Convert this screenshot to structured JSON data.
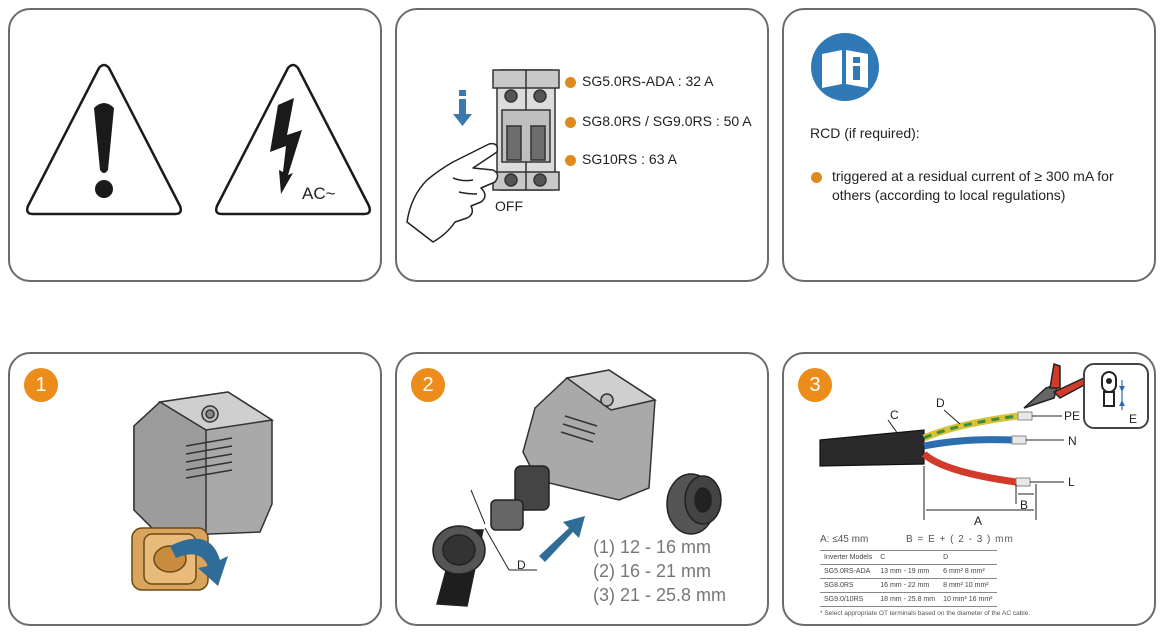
{
  "panel1": {
    "ac_label": "AC~"
  },
  "panel2": {
    "off_label": "OFF",
    "breaker_ratings": [
      "SG5.0RS-ADA : 32 A",
      "SG8.0RS / SG9.0RS : 50 A",
      "SG10RS : 63 A"
    ]
  },
  "panel3": {
    "rcd_heading": "RCD (if required):",
    "rcd_line1": "triggered at a residual current of ≥ 300 mA for",
    "rcd_line2": "others (according to local regulations)"
  },
  "panel4": {
    "step": "1"
  },
  "panel5": {
    "step": "2",
    "d_label": "D",
    "ranges": [
      "(1) 12 - 16 mm",
      "(2) 16 - 21 mm",
      "(3) 21 - 25.8 mm"
    ]
  },
  "panel6": {
    "step": "3",
    "labels": {
      "c": "C",
      "d": "D",
      "pe": "PE",
      "n": "N",
      "l": "L",
      "a": "A",
      "b": "B",
      "e": "E"
    },
    "formula_a": "A: ≤45 mm",
    "formula_b": "B = E + ( 2 - 3 ) mm",
    "table": {
      "headers": [
        "Inverter Models",
        "C",
        "D"
      ],
      "rows": [
        [
          "SG5.0RS-ADA",
          "13 mm - 19 mm",
          "6 mm² 8 mm²"
        ],
        [
          "SG8.0RS",
          "16 mm - 22 mm",
          "8 mm² 10 mm²"
        ],
        [
          "SG9.0/10RS",
          "18 mm - 25.8 mm",
          "10 mm² 16 mm²"
        ]
      ]
    },
    "footnote": "* Select appropriate OT terminals based on the diameter of the AC cable."
  }
}
